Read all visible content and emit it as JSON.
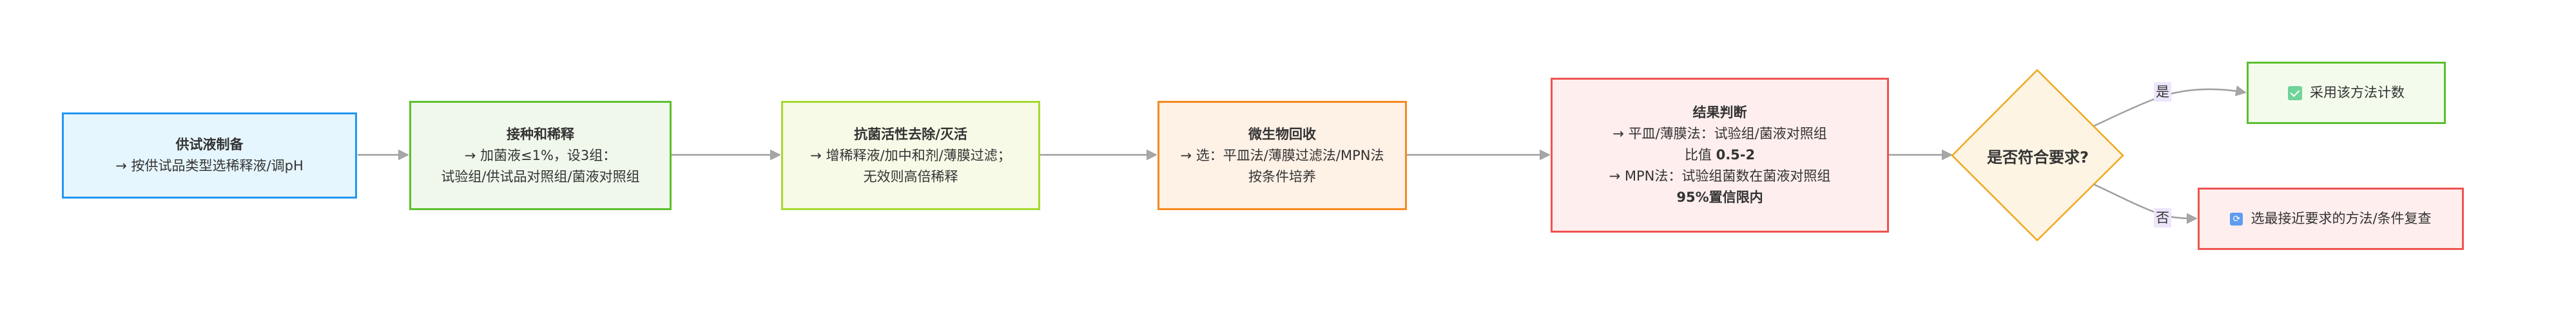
{
  "diagram": {
    "type": "flowchart",
    "direction": "left-to-right",
    "colors": {
      "edge": "#9e9e9e",
      "edge_label_bg": "#ede5fb",
      "blue_border": "#2196f3",
      "green_border": "#5bbf2d",
      "lime_border": "#a6d92d",
      "orange_border": "#f58a1f",
      "red_border": "#ef5350",
      "decision_border": "#f0a81c"
    },
    "nodes": {
      "prep": {
        "title": "供试液制备",
        "lines": [
          "→ 按供试品类型选稀释液/调pH"
        ]
      },
      "inoculate": {
        "title": "接种和稀释",
        "lines": [
          "→ 加菌液≤1%，设3组：",
          "试验组/供试品对照组/菌液对照组"
        ]
      },
      "inactivate": {
        "title": "抗菌活性去除/灭活",
        "lines": [
          "→ 增稀释液/加中和剂/薄膜过滤；",
          "无效则高倍稀释"
        ]
      },
      "recovery": {
        "title": "微生物回收",
        "lines": [
          "→ 选：平皿法/薄膜过滤法/MPN法",
          "按条件培养"
        ]
      },
      "judge": {
        "title": "结果判断",
        "line1": "→ 平皿/薄膜法：试验组/菌液对照组",
        "line2_prefix": "比值 ",
        "line2_value": "0.5-2",
        "line3": "→ MPN法：试验组菌数在菌液对照组",
        "line4": "95%置信限内"
      },
      "decision": {
        "label": "是否符合要求?"
      },
      "accept": {
        "icon": "check-box-icon",
        "label": "采用该方法计数"
      },
      "retry": {
        "icon": "repeat-icon",
        "label": "选最接近要求的方法/条件复查"
      }
    },
    "edges": [
      {
        "from": "prep",
        "to": "inoculate",
        "label": ""
      },
      {
        "from": "inoculate",
        "to": "inactivate",
        "label": ""
      },
      {
        "from": "inactivate",
        "to": "recovery",
        "label": ""
      },
      {
        "from": "recovery",
        "to": "judge",
        "label": ""
      },
      {
        "from": "judge",
        "to": "decision",
        "label": ""
      },
      {
        "from": "decision",
        "to": "accept",
        "label": "是"
      },
      {
        "from": "decision",
        "to": "retry",
        "label": "否"
      }
    ],
    "edge_labels": {
      "yes": "是",
      "no": "否"
    }
  }
}
